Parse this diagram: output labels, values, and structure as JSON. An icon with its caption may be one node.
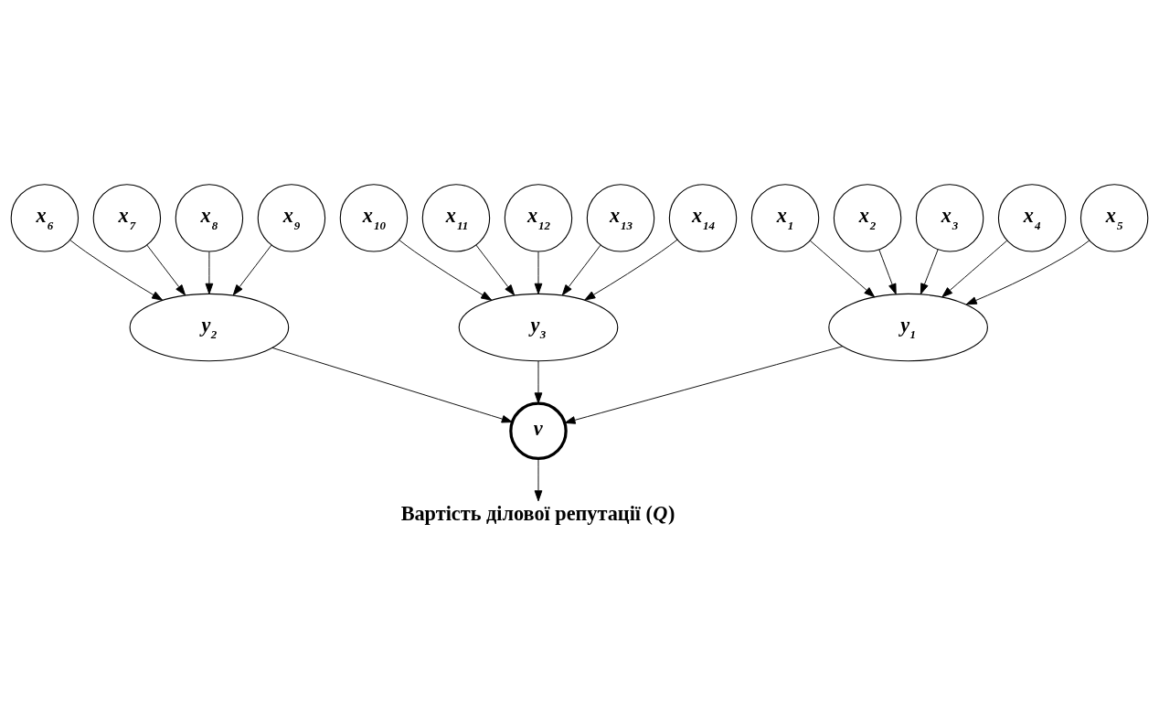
{
  "diagram": {
    "nodes": [
      {
        "text": [
          "x$_{1}$"
        ]
      },
      {
        "text": [
          "x$_{2}$"
        ]
      },
      {
        "text": [
          "x$_{3}$"
        ]
      },
      {
        "text": [
          "x$_{4}$"
        ]
      },
      {
        "text": [
          "x$_{5}$"
        ]
      },
      {
        "text": [
          "x$_{6}$"
        ]
      },
      {
        "text": [
          "x$_{7}$"
        ]
      },
      {
        "text": [
          "x$_{8}$"
        ]
      },
      {
        "text": [
          "x$_{9}$"
        ]
      },
      {
        "text": [
          "x$_{10}$"
        ]
      },
      {
        "text": [
          "x$_{11}$"
        ]
      },
      {
        "text": [
          "x$_{12}$"
        ]
      },
      {
        "text": [
          "x$_{13}$"
        ]
      },
      {
        "text": [
          "x$_{14}$"
        ]
      },
      {
        "text": [
          "y$_{1}$"
        ]
      },
      {
        "text": [
          "y$_{2}$"
        ]
      },
      {
        "text": [
          "y$_{3}$"
        ]
      },
      {
        "text": [
          "v"
        ]
      },
      {
        "text": [
          "Вартість ділової репутації (*Q*)"
        ]
      }
    ],
    "edges": [
      {
        "from": 0,
        "to": 14,
        "arrow": "to"
      },
      {
        "from": 1,
        "to": 14,
        "arrow": "to"
      },
      {
        "from": 2,
        "to": 14,
        "arrow": "to"
      },
      {
        "from": 3,
        "to": 14,
        "arrow": "to"
      },
      {
        "from": 4,
        "to": 14,
        "arrow": "to"
      },
      {
        "from": 5,
        "to": 15,
        "arrow": "to"
      },
      {
        "from": 6,
        "to": 15,
        "arrow": "to"
      },
      {
        "from": 7,
        "to": 15,
        "arrow": "to"
      },
      {
        "from": 8,
        "to": 15,
        "arrow": "to"
      },
      {
        "from": 9,
        "to": 16,
        "arrow": "to"
      },
      {
        "from": 10,
        "to": 16,
        "arrow": "to"
      },
      {
        "from": 11,
        "to": 16,
        "arrow": "to"
      },
      {
        "from": 12,
        "to": 16,
        "arrow": "to"
      },
      {
        "from": 13,
        "to": 16,
        "arrow": "to"
      },
      {
        "from": 14,
        "to": 17,
        "arrow": "to"
      },
      {
        "from": 15,
        "to": 17,
        "arrow": "to"
      },
      {
        "from": 16,
        "to": 17,
        "arrow": "to"
      },
      {
        "from": 17,
        "to": 18,
        "arrow": "to"
      }
    ]
  }
}
